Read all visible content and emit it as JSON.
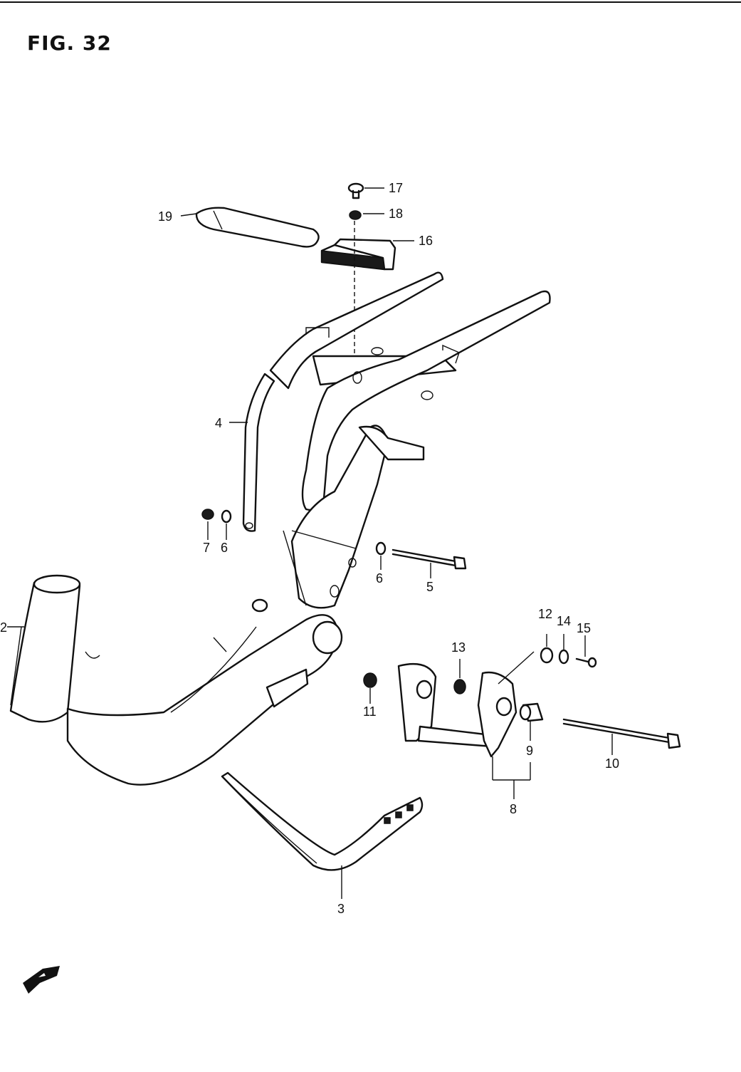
{
  "figure": {
    "title": "FIG. 32"
  },
  "callouts": [
    {
      "id": "c17",
      "label": "17"
    },
    {
      "id": "c18",
      "label": "18"
    },
    {
      "id": "c16",
      "label": "16"
    },
    {
      "id": "c19",
      "label": "19"
    },
    {
      "id": "c4",
      "label": "4"
    },
    {
      "id": "c7",
      "label": "7"
    },
    {
      "id": "c6a",
      "label": "6"
    },
    {
      "id": "c6b",
      "label": "6"
    },
    {
      "id": "c5",
      "label": "5"
    },
    {
      "id": "c2",
      "label": "2"
    },
    {
      "id": "c12",
      "label": "12"
    },
    {
      "id": "c14",
      "label": "14"
    },
    {
      "id": "c15",
      "label": "15"
    },
    {
      "id": "c13",
      "label": "13"
    },
    {
      "id": "c11",
      "label": "11"
    },
    {
      "id": "c9",
      "label": "9"
    },
    {
      "id": "c10",
      "label": "10"
    },
    {
      "id": "c8",
      "label": "8"
    },
    {
      "id": "c3",
      "label": "3"
    }
  ],
  "icons": {
    "front_arrow": "front-direction-arrow-icon"
  }
}
